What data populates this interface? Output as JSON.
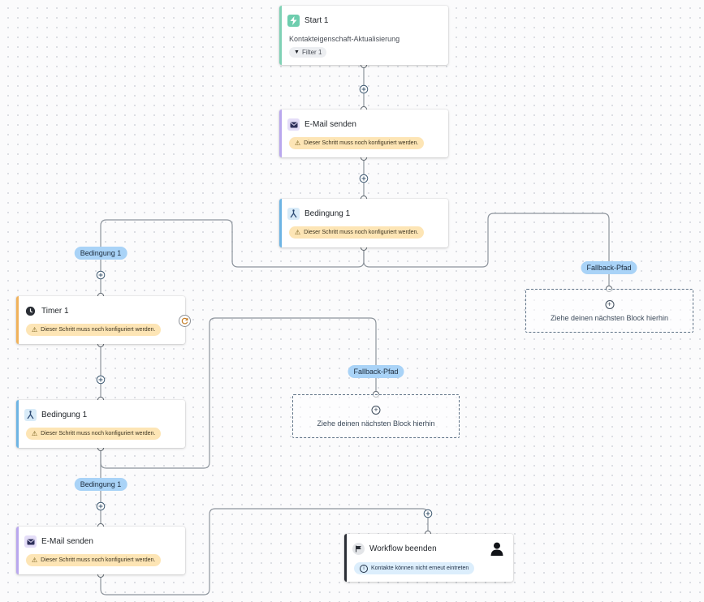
{
  "nodes": {
    "start": {
      "title": "Start 1",
      "subtitle": "Kontakteigenschaft-Aktualisierung",
      "filter": "Filter 1"
    },
    "email1": {
      "title": "E-Mail senden",
      "warning": "Dieser Schritt muss noch konfiguriert werden."
    },
    "condition1": {
      "title": "Bedingung 1",
      "warning": "Dieser Schritt muss noch konfiguriert werden."
    },
    "timer1": {
      "title": "Timer 1",
      "warning": "Dieser Schritt muss noch konfiguriert werden."
    },
    "condition2": {
      "title": "Bedingung 1",
      "warning": "Dieser Schritt muss noch konfiguriert werden."
    },
    "email2": {
      "title": "E-Mail senden",
      "warning": "Dieser Schritt muss noch konfiguriert werden."
    },
    "end": {
      "title": "Workflow beenden",
      "info": "Kontakte können nicht erneut eintreten"
    }
  },
  "branches": {
    "b1_condition": "Bedingung 1",
    "b1_fallback": "Fallback-Pfad",
    "b2_condition": "Bedingung 1",
    "b2_fallback": "Fallback-Pfad"
  },
  "dropzones": {
    "dz1": "Ziehe deinen nächsten Block hierhin",
    "dz2": "Ziehe deinen nächsten Block hierhin"
  },
  "icons": {
    "start": "lightning-icon",
    "email": "envelope-icon",
    "condition": "branch-icon",
    "timer": "clock-icon",
    "end": "flag-icon",
    "contact": "person-icon",
    "loop": "refresh-icon",
    "add": "plus-circle-icon"
  },
  "colors": {
    "start_accent": "#7fd1b5",
    "email_accent": "#b9a7ee",
    "condition_accent": "#6db4e4",
    "timer_accent": "#f1b25a",
    "end_accent": "#2b2f36",
    "warning_bg": "#fde5b5",
    "branch_label_bg": "#a9d3f7"
  }
}
